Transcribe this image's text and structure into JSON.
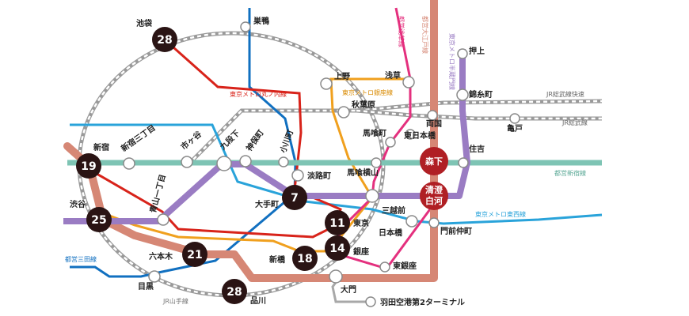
{
  "stations": {
    "ikebukuro": "池袋",
    "sugamo": "巣鴨",
    "ueno": "上野",
    "asakusa": "浅草",
    "oshiage": "押上",
    "kinshicho": "錦糸町",
    "akihabara": "秋葉原",
    "ryogoku": "両国",
    "kameido": "亀戸",
    "bakurocho": "馬喰町",
    "higashinihonbashi": "東日本橋",
    "shinjuku": "新宿",
    "shinjukusanchome": "新宿三丁目",
    "ichigaya": "市ヶ谷",
    "kudanshita": "九段下",
    "jimbocho": "神保町",
    "ogawamachi": "小川町",
    "awajicho": "淡路町",
    "bakuroyokoyama": "馬喰横山",
    "morishita": "森下",
    "sumiyoshi": "住吉",
    "kiyosumi": "清澄白河",
    "shibuya": "渋谷",
    "aoyama": "青山一丁目",
    "otemachi": "大手町",
    "mitsukoshimae": "三越前",
    "tokyo": "東京",
    "nihonbashi": "日本橋",
    "monzennakacho": "門前仲町",
    "roppongi": "六本木",
    "shimbashi": "新橋",
    "ginza": "銀座",
    "higashiginza": "東銀座",
    "meguro": "目黒",
    "shinagawa": "品川",
    "daimon": "大門",
    "haneda": "羽田空港第2ターミナル"
  },
  "lines": {
    "marunouchi": "東京メトロ丸ノ内線",
    "ginza": "東京メトロ銀座線",
    "asakusa": "都営浅草線",
    "oedo": "都営大江戸線",
    "hanzomon": "東京メトロ半蔵門線",
    "sobu_rapid": "JR総武線快速",
    "sobu": "JR総武線",
    "shinjuku": "都営新宿線",
    "tozai": "東京メトロ東西線",
    "mita": "都営三田線",
    "yamanote": "JR山手線"
  },
  "minutes": {
    "ikebukuro": "28",
    "shinjuku": "19",
    "shibuya": "25",
    "otemachi": "7",
    "tokyo": "11",
    "ginza": "14",
    "shimbashi": "18",
    "roppongi": "21",
    "shinagawa": "28"
  },
  "colors": {
    "marunouchi": "#d8231a",
    "ginza": "#f0a01e",
    "asakusa": "#e4307e",
    "oedo": "#d68775",
    "hanzomon": "#9a7cc3",
    "shinjuku_line": "#7ec4b4",
    "tozai": "#29a3da",
    "mita": "#1170c0",
    "jr": "#aaaaaa",
    "time_circle": "#2a1414",
    "highlight": "#b01f24"
  }
}
